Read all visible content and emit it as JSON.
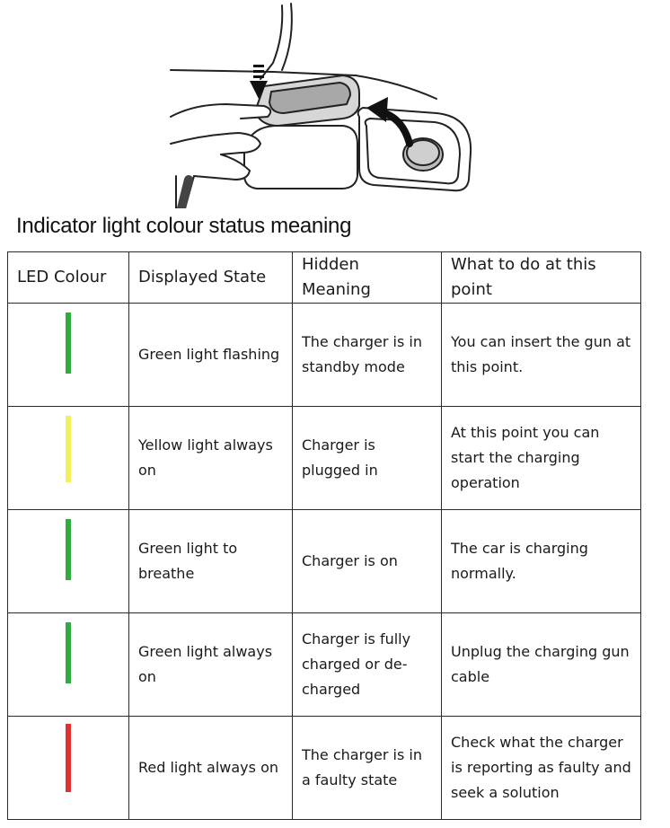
{
  "heading": "Indicator light colour status meaning",
  "columns": [
    "LED Colour",
    "Displayed State",
    "Hidden Meaning",
    "What to do at this point"
  ],
  "rows": [
    {
      "led_color": "#2fad3e",
      "state": "Green light flashing",
      "meaning": "The charger is in standby mode",
      "action": "You can insert the gun at this point."
    },
    {
      "led_color": "#f4f05c",
      "state": "Yellow light always on",
      "meaning": "Charger is plugged in",
      "action": "At this point you can start the charging operation"
    },
    {
      "led_color": "#2fad3e",
      "state": "Green light to breathe",
      "meaning": "Charger is on",
      "action": "The car is charging normally."
    },
    {
      "led_color": "#2fad3e",
      "state": "Green light always on",
      "meaning": "Charger is fully charged or de-charged",
      "action": "Unplug the charging gun cable"
    },
    {
      "led_color": "#e03030",
      "state": "Red light always on",
      "meaning": "The charger is in a faulty state",
      "action": "Check what the charger is reporting as faulty and seek a solution"
    }
  ]
}
